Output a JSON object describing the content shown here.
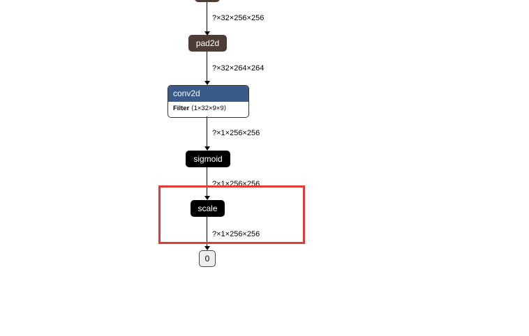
{
  "nodes": {
    "pad2d": "pad2d",
    "conv2d": {
      "title": "conv2d",
      "attr_name": "Filter",
      "attr_value": "⟨1×32×9×9⟩"
    },
    "sigmoid": "sigmoid",
    "scale": "scale",
    "output": "0"
  },
  "edges": [
    "?×32×256×256",
    "?×32×264×264",
    "?×1×256×256",
    "?×1×256×256",
    "?×1×256×256"
  ],
  "colors": {
    "highlight": "#e53935",
    "conv": "#3b5a8c",
    "pad": "#4e3c36"
  }
}
